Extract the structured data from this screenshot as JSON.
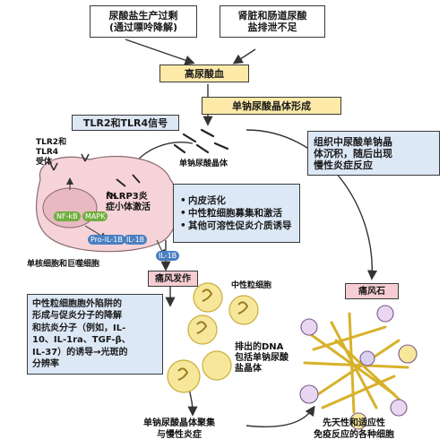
{
  "boxes": {
    "uric_overproduction": "尿酸盐生产过剩\n(通过嘌呤降解)",
    "renal_underexcretion": "肾脏和肠道尿酸\n盐排泄不足",
    "hyperuricemia": "高尿酸血",
    "msu_formation": "单钠尿酸晶体形成",
    "tlr_signal": "TLR2和TLR4信号",
    "chronic_reaction": "组织中尿酸单钠晶\n体沉积，随后出现\n慢性炎症反应",
    "gout_attack": "痛风发作",
    "tophus": "痛风石",
    "neutrophil_traps": "中性粒细胞胞外陷阱的\n形成与促炎分子的降解\n和抗炎分子（例如，IL-\n10、IL-1ra、TGF-β、\nIL-37）的诱导→光斑的\n分辨率"
  },
  "inflammation_list": [
    "内皮活化",
    "中性粒细胞募集和激活",
    "其他可溶性促炎介质诱导"
  ],
  "labels": {
    "tlr_receptor": "TLR2和\nTLR4\n受体",
    "nlrp3": "NLRP3炎\n症小体激活",
    "msu_crystal": "单钠尿酸晶体",
    "monocyte": "单核细胞和巨噬细胞",
    "neutrophil": "中性粒细胞",
    "dna_release": "排出的DNA\n包括单钠尿酸\n盐晶体",
    "aggregation": "单钠尿酸晶体聚集\n与慢性炎症",
    "immune_cells": "先天性和适应性\n免疫反应的各种细胞"
  },
  "molecules": {
    "nfkb": "NF-kB",
    "mapk": "MAPK",
    "pro_il1b": "Pro-IL-1B",
    "il1b_inner": "IL-1B",
    "il1b_outer": "IL-1B"
  },
  "colors": {
    "yellow_box": "#fde9a8",
    "blue_box": "#dde8f6",
    "pink_box": "#f6cdd2",
    "cell": "#f6d3d8",
    "neutrophil": "#f7e79a",
    "crystal": "#d8b12a"
  }
}
